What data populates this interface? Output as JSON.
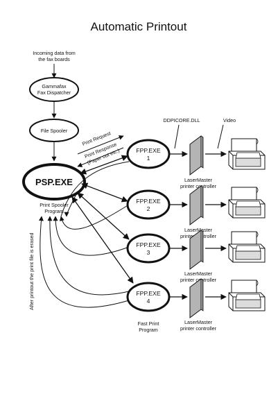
{
  "title": "Automatic Printout",
  "incoming_label_line1": "Incoming data from",
  "incoming_label_line2": "the fax boards",
  "dispatcher_line1": "Gammafax",
  "dispatcher_line2": "Fax Dispatcher",
  "file_spooler": "File Spooler",
  "psp_exe": "PSP.EXE",
  "psp_caption_line1": "Print Spooler",
  "psp_caption_line2": "Program",
  "print_request": "Print Request",
  "print_response_line1": "Print Response",
  "print_response_line2": "(Paper out etc.)",
  "erased_note": "After printout the print file is erased",
  "ddp_label": "DDPICORE.DLL",
  "video_label": "Video",
  "fpp_nodes": [
    {
      "name": "FPP.EXE",
      "number": "1"
    },
    {
      "name": "FPP.EXE",
      "number": "2"
    },
    {
      "name": "FPP.EXE",
      "number": "3"
    },
    {
      "name": "FPP.EXE",
      "number": "4"
    }
  ],
  "controller_line1": "LaserMaster",
  "controller_line2": "printer controller",
  "fast_print_line1": "Fast Print",
  "fast_print_line2": "Program"
}
